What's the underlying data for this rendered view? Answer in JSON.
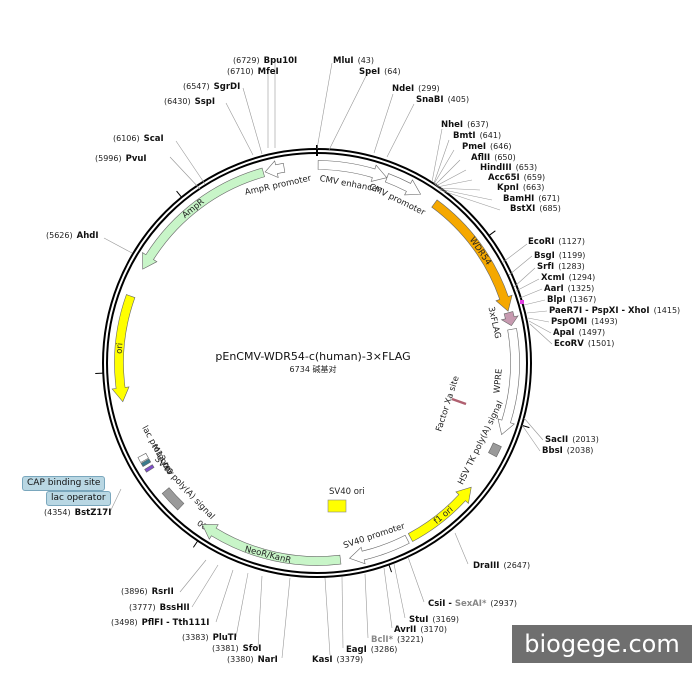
{
  "title": "pEnCMV-WDR54-c(human)-3×FLAG",
  "subtitle": "6734 碱基对",
  "ticks": [
    {
      "label": "1000",
      "pos": 1000
    },
    {
      "label": "2000",
      "pos": 2000
    },
    {
      "label": "3000",
      "pos": 3000
    },
    {
      "label": "4000",
      "pos": 4000
    },
    {
      "label": "5000",
      "pos": 5000
    },
    {
      "label": "6000",
      "pos": 6000
    }
  ],
  "features": [
    {
      "name": "CMV enhancer",
      "label": "CMV enhancer",
      "start": 6,
      "end": 386,
      "dir": 1,
      "color": "#ffffff"
    },
    {
      "name": "CMV promoter",
      "label": "CMV promoter",
      "start": 387,
      "end": 590,
      "dir": 1,
      "color": "#ffffff"
    },
    {
      "name": "WDR54",
      "label": "WDR54",
      "start": 680,
      "end": 1400,
      "dir": 1,
      "color": "#f5a800"
    },
    {
      "name": "3xFLAG",
      "label": "3xFLAG",
      "start": 1408,
      "end": 1480,
      "dir": 1,
      "color": "#c79ab0"
    },
    {
      "name": "WPRE",
      "label": "WPRE",
      "start": 1500,
      "end": 2080,
      "dir": 1,
      "color": "#ffffff"
    },
    {
      "name": "HSV TK poly(A) signal",
      "label": "HSV TK poly(A) signal",
      "start": 2140,
      "end": 2200,
      "dir": 0,
      "color": "#9a9a9a"
    },
    {
      "name": "f1 ori",
      "label": "f1 ori",
      "start": 2410,
      "end": 2840,
      "dir": -1,
      "color": "#ffff00"
    },
    {
      "name": "SV40 promoter",
      "label": "SV40 promoter",
      "start": 2860,
      "end": 3190,
      "dir": 1,
      "color": "#ffffff"
    },
    {
      "name": "NeoR/KanR",
      "label": "NeoR/KanR",
      "start": 3240,
      "end": 4030,
      "dir": 1,
      "color": "#c8f5c8"
    },
    {
      "name": "SV40 poly(A) signal",
      "label": "SV40 poly(A) signal",
      "start": 4180,
      "end": 4300,
      "dir": 0,
      "color": "#9a9a9a"
    },
    {
      "name": "lac promoter",
      "label": "lac promoter",
      "start": 4500,
      "end": 4530,
      "dir": 0,
      "color": "#ffffff"
    },
    {
      "name": "lac operator",
      "label": "",
      "start": 4475,
      "end": 4495,
      "dir": 0,
      "color": "#3a7b8c"
    },
    {
      "name": "M13 rev",
      "label": "M13 rev",
      "start": 4440,
      "end": 4458,
      "dir": 0,
      "color": "#7e4fc9"
    },
    {
      "name": "ori",
      "label": "ori",
      "start": 4840,
      "end": 5420,
      "dir": -1,
      "color": "#ffff00"
    },
    {
      "name": "AmpR",
      "label": "AmpR",
      "start": 5580,
      "end": 6440,
      "dir": -1,
      "color": "#c8f5c8"
    },
    {
      "name": "AmpR promoter",
      "label": "AmpR promoter",
      "start": 6450,
      "end": 6555,
      "dir": -1,
      "color": "#ffffff"
    }
  ],
  "inner_labels": [
    {
      "name": "SV40 ori",
      "label": "SV40 ori"
    },
    {
      "name": "Factor Xa site",
      "label": "Factor Xa site"
    }
  ],
  "sites": [
    {
      "name": "Bpu10I",
      "pos": "(6729)",
      "gray": false
    },
    {
      "name": "MfeI",
      "pos": "(6710)",
      "gray": false
    },
    {
      "name": "MluI",
      "pos": "(43)",
      "gray": false
    },
    {
      "name": "SpeI",
      "pos": "(64)",
      "gray": false
    },
    {
      "name": "SgrDI",
      "pos": "(6547)",
      "gray": false
    },
    {
      "name": "SspI",
      "pos": "(6430)",
      "gray": false
    },
    {
      "name": "NdeI",
      "pos": "(299)",
      "gray": false
    },
    {
      "name": "SnaBI",
      "pos": "(405)",
      "gray": false
    },
    {
      "name": "ScaI",
      "pos": "(6106)",
      "gray": false
    },
    {
      "name": "PvuI",
      "pos": "(5996)",
      "gray": false
    },
    {
      "name": "NheI",
      "pos": "(637)",
      "gray": false
    },
    {
      "name": "BmtI",
      "pos": "(641)",
      "gray": false
    },
    {
      "name": "PmeI",
      "pos": "(646)",
      "gray": false
    },
    {
      "name": "AflII",
      "pos": "(650)",
      "gray": false
    },
    {
      "name": "HindIII",
      "pos": "(653)",
      "gray": false
    },
    {
      "name": "Acc65I",
      "pos": "(659)",
      "gray": false
    },
    {
      "name": "KpnI",
      "pos": "(663)",
      "gray": false
    },
    {
      "name": "BamHI",
      "pos": "(671)",
      "gray": false
    },
    {
      "name": "BstXI",
      "pos": "(685)",
      "gray": false
    },
    {
      "name": "AhdI",
      "pos": "(5626)",
      "gray": false
    },
    {
      "name": "EcoRI",
      "pos": "(1127)",
      "gray": false
    },
    {
      "name": "BsgI",
      "pos": "(1199)",
      "gray": false
    },
    {
      "name": "SrfI",
      "pos": "(1283)",
      "gray": false
    },
    {
      "name": "XcmI",
      "pos": "(1294)",
      "gray": false
    },
    {
      "name": "AarI",
      "pos": "(1325)",
      "gray": false
    },
    {
      "name": "BlpI",
      "pos": "(1367)",
      "gray": false
    },
    {
      "name": "PaeR7I - PspXI - XhoI",
      "pos": "(1415)",
      "gray": false
    },
    {
      "name": "PspOMI",
      "pos": "(1493)",
      "gray": false
    },
    {
      "name": "ApaI",
      "pos": "(1497)",
      "gray": false
    },
    {
      "name": "EcoRV",
      "pos": "(1501)",
      "gray": false
    },
    {
      "name": "SacII",
      "pos": "(2013)",
      "gray": false
    },
    {
      "name": "BbsI",
      "pos": "(2038)",
      "gray": false
    },
    {
      "name": "BstZ17I",
      "pos": "(4354)",
      "gray": false
    },
    {
      "name": "DraIII",
      "pos": "(2647)",
      "gray": false
    },
    {
      "name": "CsiI - ",
      "pos": "",
      "gray": false
    },
    {
      "name": "SexAI*",
      "pos": "(2937)",
      "gray": true
    },
    {
      "name": "StuI",
      "pos": "(3169)",
      "gray": false
    },
    {
      "name": "AvrII",
      "pos": "(3170)",
      "gray": false
    },
    {
      "name": "BclI*",
      "pos": "(3221)",
      "gray": true
    },
    {
      "name": "EagI",
      "pos": "(3286)",
      "gray": false
    },
    {
      "name": "KasI",
      "pos": "(3379)",
      "gray": false
    },
    {
      "name": "NarI",
      "pos": "(3380)",
      "gray": false
    },
    {
      "name": "SfoI",
      "pos": "(3381)",
      "gray": false
    },
    {
      "name": "PluTI",
      "pos": "(3383)",
      "gray": false
    },
    {
      "name": "PflFI - Tth111I",
      "pos": "(3498)",
      "gray": false
    },
    {
      "name": "BssHII",
      "pos": "(3777)",
      "gray": false
    },
    {
      "name": "RsrII",
      "pos": "(3896)",
      "gray": false
    }
  ],
  "legend": [
    {
      "name": "CAP binding site",
      "label": "CAP binding site"
    },
    {
      "name": "lac operator",
      "label": "lac operator"
    }
  ],
  "watermark": "biogege.com"
}
